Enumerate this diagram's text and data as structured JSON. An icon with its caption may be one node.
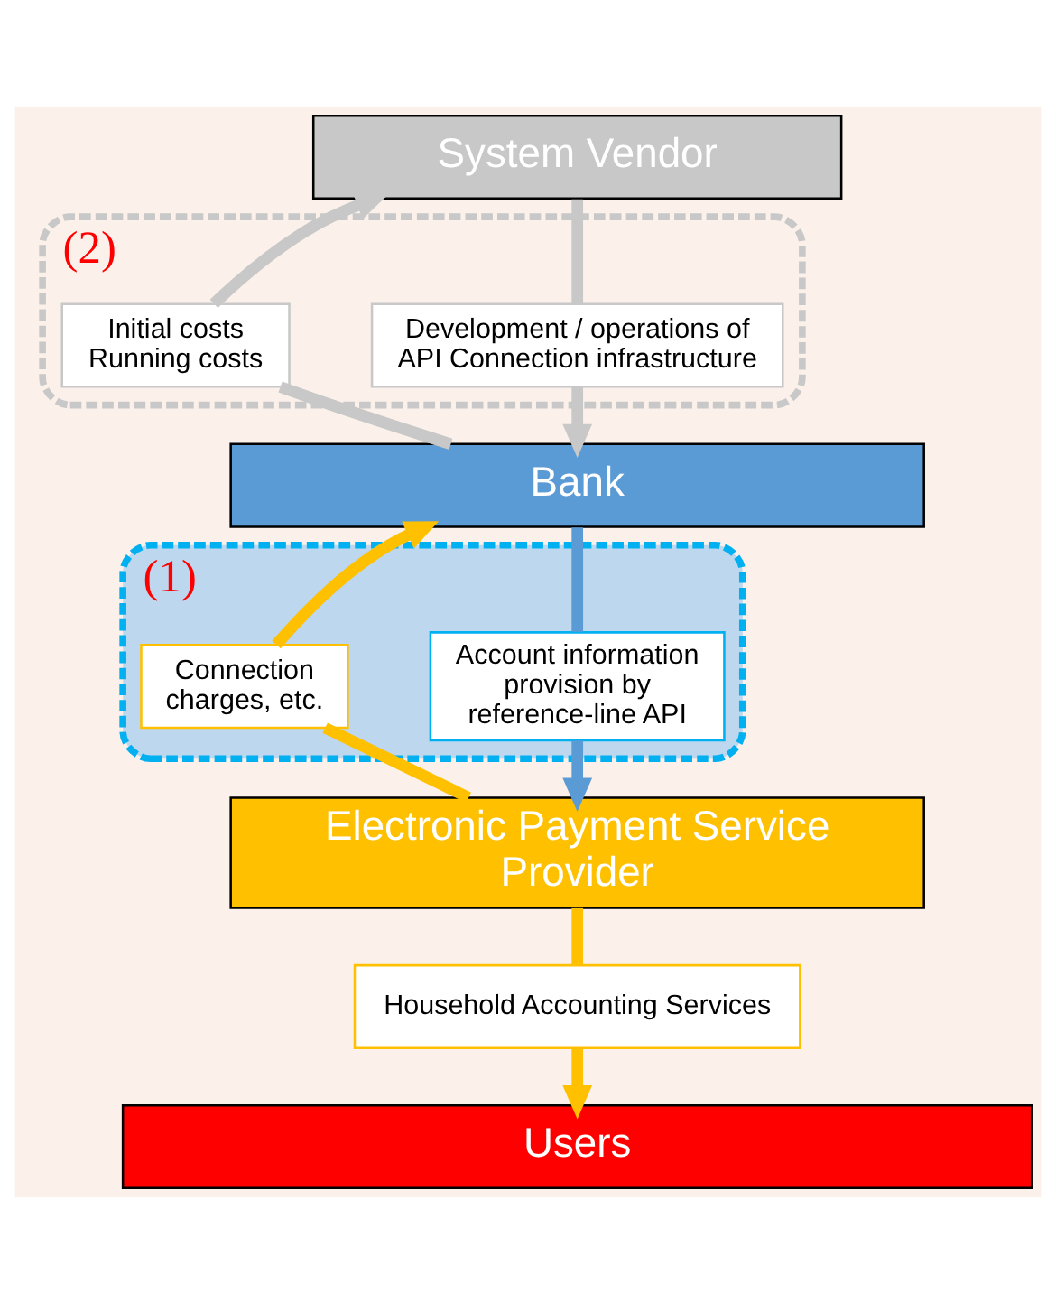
{
  "diagram": {
    "nodes": [
      {
        "text": [
          "(2)"
        ]
      },
      {
        "text": [
          "System Vendor"
        ]
      },
      {
        "text": [
          "Development / operations of API Connection infrastructure"
        ],
        "in": 0
      },
      {
        "text": [
          "Initial costs Running costs"
        ],
        "in": 0
      },
      {
        "text": [
          "Bank"
        ]
      },
      {
        "text": [
          "(1)"
        ]
      },
      {
        "text": [
          "Account information provision by reference-line API"
        ],
        "in": 5
      },
      {
        "text": [
          "Connection charges, etc."
        ],
        "in": 5
      },
      {
        "text": [
          "Electronic Payment Service Provider"
        ]
      },
      {
        "text": [
          "Household Accounting Services"
        ]
      },
      {
        "text": [
          "Users"
        ]
      }
    ],
    "edges": [
      {
        "from": 1,
        "to": 2,
        "arrow": "none",
        "color": "#c8c8c8"
      },
      {
        "from": 2,
        "to": 4,
        "arrow": "to",
        "color": "#c8c8c8"
      },
      {
        "from": 4,
        "to": 3,
        "arrow": "none",
        "color": "#c8c8c8"
      },
      {
        "from": 3,
        "to": 1,
        "arrow": "to",
        "color": "#c8c8c8"
      },
      {
        "from": 4,
        "to": 6,
        "arrow": "none",
        "color": "#5b9bd5"
      },
      {
        "from": 6,
        "to": 8,
        "arrow": "to",
        "color": "#5b9bd5"
      },
      {
        "from": 8,
        "to": 7,
        "arrow": "none",
        "color": "#ffc000"
      },
      {
        "from": 7,
        "to": 4,
        "arrow": "to",
        "color": "#ffc000"
      },
      {
        "from": 8,
        "to": 9,
        "arrow": "none",
        "color": "#ffc000"
      },
      {
        "from": 9,
        "to": 10,
        "arrow": "to",
        "color": "#ffc000"
      }
    ]
  }
}
